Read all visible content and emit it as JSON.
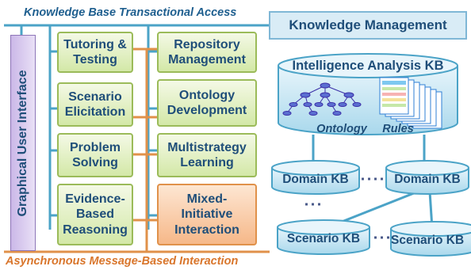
{
  "top_caption": "Knowledge Base Transactional Access",
  "bottom_caption": "Asynchronous Message-Based Interaction",
  "gui_label": "Graphical User Interface",
  "knowledge_management": "Knowledge Management",
  "modules_left": [
    {
      "label": "Tutoring &\nTesting"
    },
    {
      "label": "Scenario\nElicitation"
    },
    {
      "label": "Problem\nSolving"
    },
    {
      "label": "Evidence-\nBased\nReasoning"
    }
  ],
  "modules_right": [
    {
      "label": "Repository\nManagement"
    },
    {
      "label": "Ontology\nDevelopment"
    },
    {
      "label": "Multistrategy\nLearning"
    },
    {
      "label": "Mixed-\nInitiative\nInteraction"
    }
  ],
  "intelligence_kb": {
    "title": "Intelligence Analysis KB",
    "ontology_label": "Ontology",
    "rules_label": "Rules"
  },
  "domain_kbs": [
    "Domain KB",
    "Domain KB"
  ],
  "scenario_kbs": [
    "Scenario KB",
    "Scenario KB"
  ],
  "colors": {
    "accent_blue": "#4ba3c7",
    "accent_orange": "#e0914a",
    "green_border": "#9bbb59",
    "text": "#1f4e79"
  }
}
